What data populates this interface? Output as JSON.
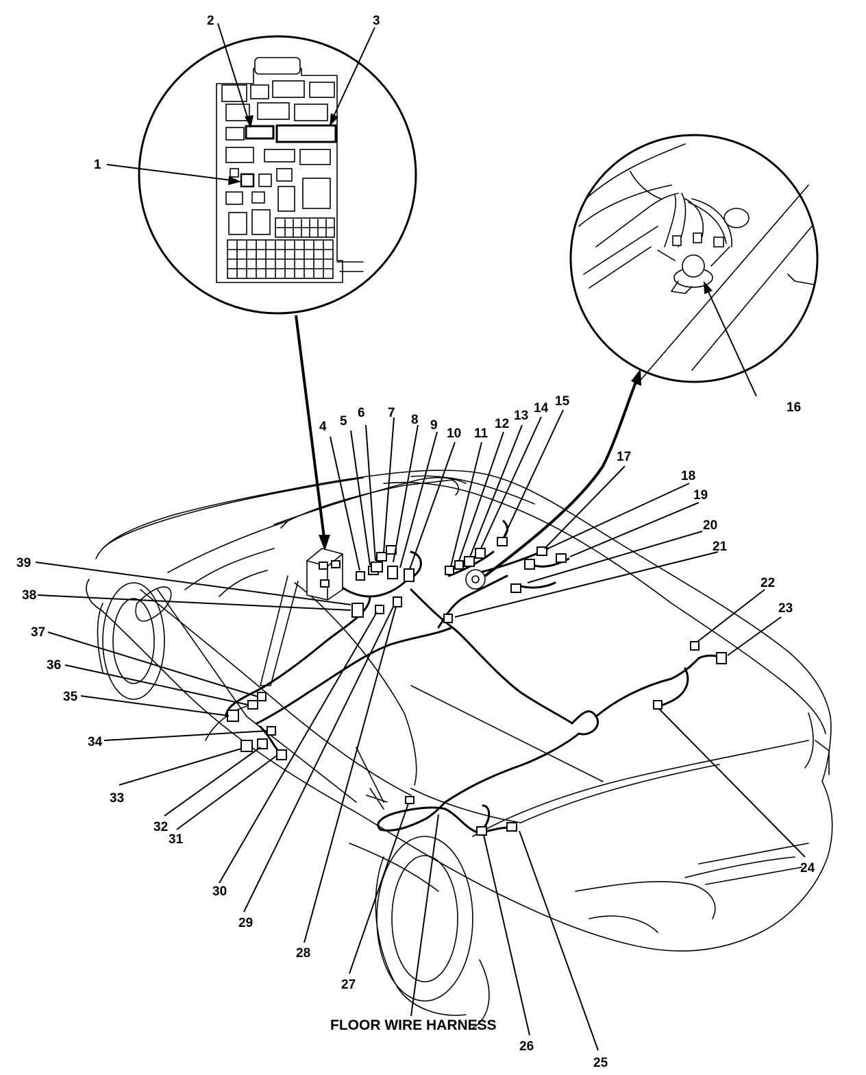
{
  "callouts": {
    "n1": "1",
    "n2": "2",
    "n3": "3",
    "n4": "4",
    "n5": "5",
    "n6": "6",
    "n7": "7",
    "n8": "8",
    "n9": "9",
    "n10": "10",
    "n11": "11",
    "n12": "12",
    "n13": "13",
    "n14": "14",
    "n15": "15",
    "n16": "16",
    "n17": "17",
    "n18": "18",
    "n19": "19",
    "n20": "20",
    "n21": "21",
    "n22": "22",
    "n23": "23",
    "n24": "24",
    "n25": "25",
    "n26": "26",
    "n27": "27",
    "n28": "28",
    "n29": "29",
    "n30": "30",
    "n31": "31",
    "n32": "32",
    "n33": "33",
    "n34": "34",
    "n35": "35",
    "n36": "36",
    "n37": "37",
    "n38": "38",
    "n39": "39"
  },
  "caption": "FLOOR WIRE HARNESS",
  "colors": {
    "ink": "#000000",
    "paper": "#ffffff"
  }
}
